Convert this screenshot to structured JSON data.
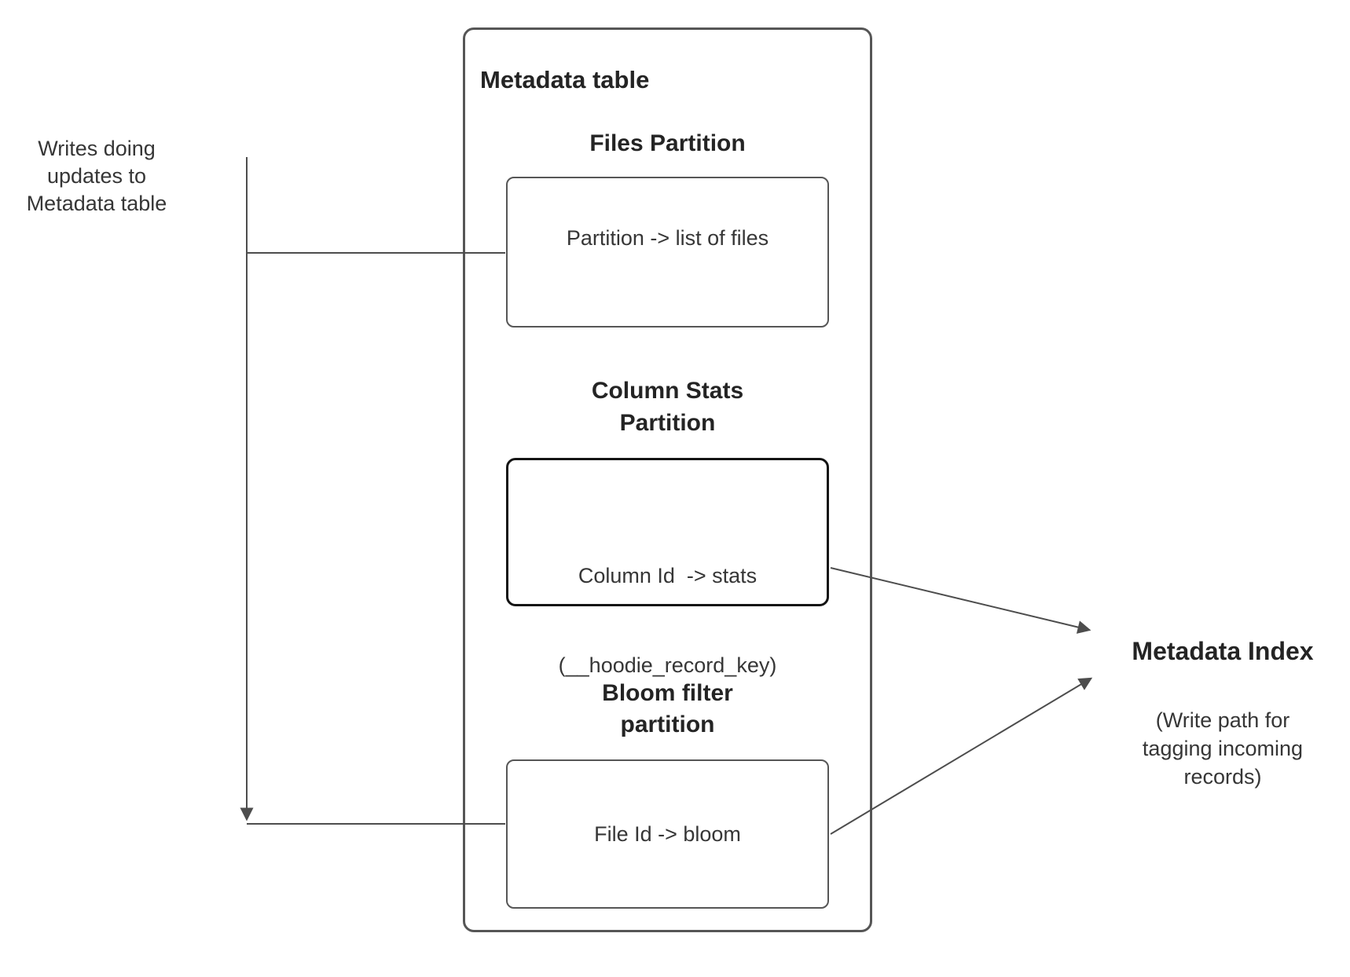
{
  "left_note": {
    "lines": [
      "Writes doing",
      "updates to",
      "Metadata table"
    ]
  },
  "metadata_table": {
    "title": "Metadata table",
    "files_partition": {
      "heading": "Files Partition",
      "mapping": "Partition -> list of files"
    },
    "column_stats_partition": {
      "heading_lines": [
        "Column Stats",
        "Partition"
      ],
      "mapping_lines": [
        "Column Id  -> stats",
        "(__hoodie_record_key)"
      ]
    },
    "bloom_partition": {
      "heading_lines": [
        "Bloom filter",
        "partition"
      ],
      "mapping": "File Id -> bloom"
    }
  },
  "metadata_index": {
    "title": "Metadata Index",
    "subtitle_lines": [
      "(Write path for",
      "tagging incoming",
      "records)"
    ]
  },
  "colors": {
    "line": "#4d4d4d",
    "box_border": "#565656",
    "stats_border": "#141414",
    "text": "#242424",
    "body_text": "#363636",
    "background": "#ffffff"
  }
}
